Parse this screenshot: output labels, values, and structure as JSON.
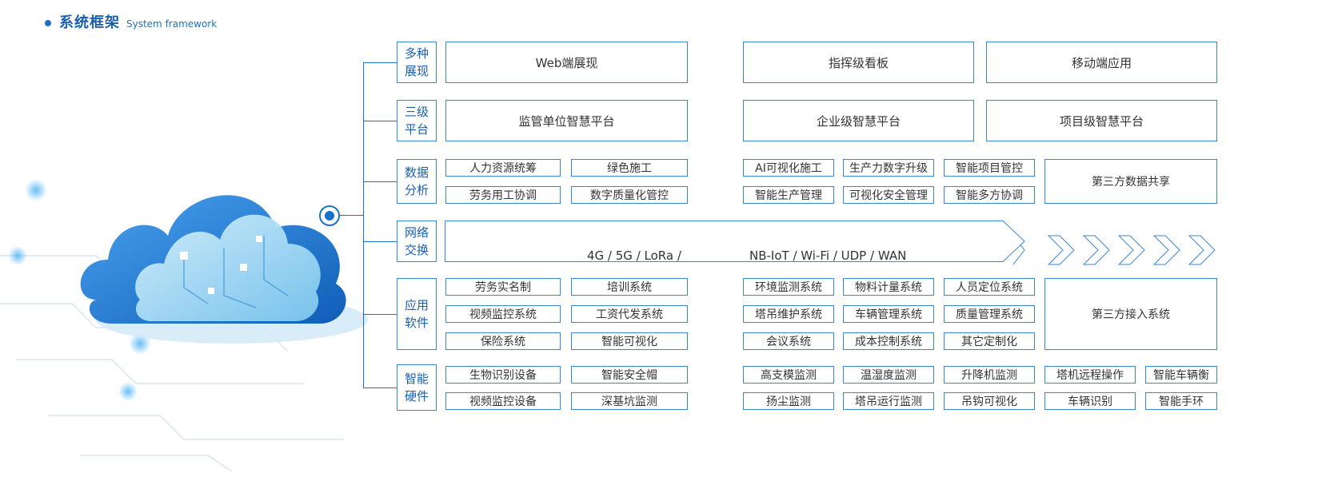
{
  "header": {
    "title_zh": "系统框架",
    "title_en": "System framework"
  },
  "categories": [
    {
      "line1": "多种",
      "line2": "展现"
    },
    {
      "line1": "三级",
      "line2": "平台"
    },
    {
      "line1": "数据",
      "line2": "分析"
    },
    {
      "line1": "网络",
      "line2": "交换"
    },
    {
      "line1": "应用",
      "line2": "软件"
    },
    {
      "line1": "智能",
      "line2": "硬件"
    }
  ],
  "display": [
    "Web端展现",
    "指挥级看板",
    "移动端应用"
  ],
  "platform": [
    "监管单位智慧平台",
    "企业级智慧平台",
    "项目级智慧平台"
  ],
  "analysis": {
    "items": [
      "人力资源统筹",
      "绿色施工",
      "AI可视化施工",
      "生产力数字升级",
      "智能项目管控",
      "劳务用工协调",
      "数字质量化管控",
      "智能生产管理",
      "可视化安全管理",
      "智能多方协调"
    ],
    "share": "第三方数据共享"
  },
  "network": {
    "left": "4G / 5G / LoRa /",
    "right": "NB-IoT / Wi-Fi / UDP / WAN"
  },
  "software": {
    "items": [
      "劳务实名制",
      "培训系统",
      "环境监测系统",
      "物料计量系统",
      "人员定位系统",
      "视频监控系统",
      "工资代发系统",
      "塔吊维护系统",
      "车辆管理系统",
      "质量管理系统",
      "保险系统",
      "智能可视化",
      "会议系统",
      "成本控制系统",
      "其它定制化"
    ],
    "access": "第三方接入系统"
  },
  "hardware": {
    "items": [
      "生物识别设备",
      "智能安全帽",
      "高支模监测",
      "温湿度监测",
      "升降机监测",
      "塔机远程操作",
      "智能车辆衡",
      "视频监控设备",
      "深基坑监测",
      "扬尘监测",
      "塔吊运行监测",
      "吊钩可视化",
      "车辆识别",
      "智能手环"
    ]
  },
  "colors": {
    "accent": "#1a72c8",
    "border": "#3a86d6",
    "cloud": "#2f86dc"
  }
}
